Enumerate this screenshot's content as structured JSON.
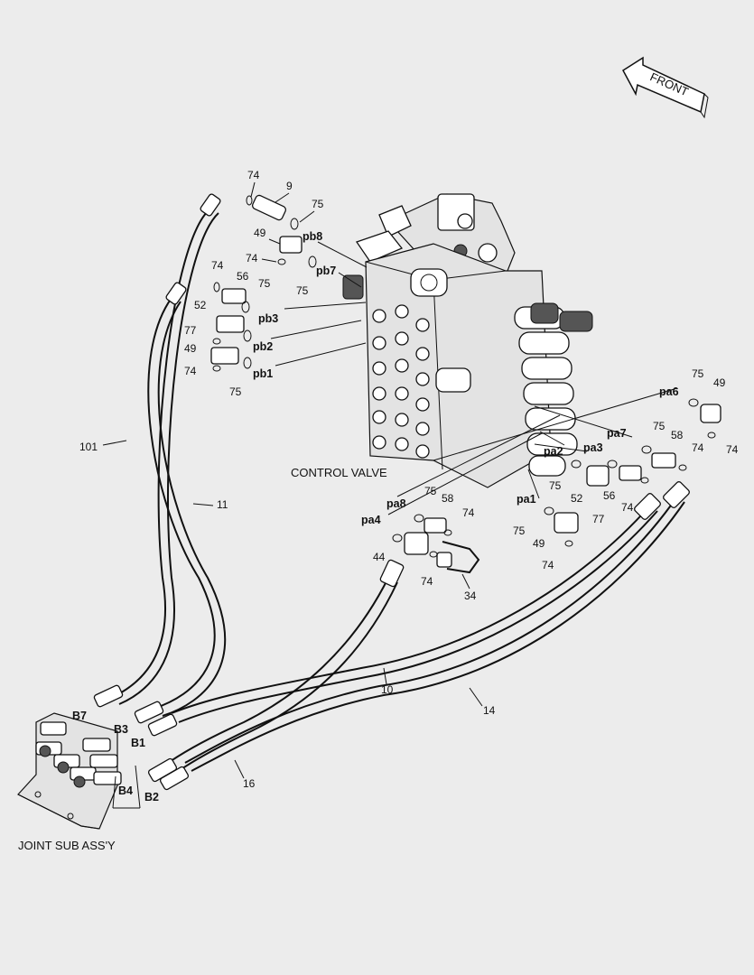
{
  "diagram": {
    "front_label": "FRONT",
    "control_valve_label": "CONTROL VALVE",
    "joint_label": "JOINT SUB ASS'Y",
    "part_numbers": {
      "n74_a": "74",
      "n9": "9",
      "n75_a": "75",
      "n49_a": "49",
      "n74_b": "74",
      "n75_b": "75",
      "n74_c": "74",
      "n56_a": "56",
      "n75_c": "75",
      "n52_a": "52",
      "n77_a": "77",
      "n49_b": "49",
      "n74_d": "74",
      "n75_d": "75",
      "n101": "101",
      "n11": "11",
      "n75_e": "75",
      "n49_c": "49",
      "n74_e": "74",
      "n75_f": "75",
      "n58_a": "58",
      "n74_f": "74",
      "n75_g": "75",
      "n52_b": "52",
      "n56_b": "56",
      "n77_b": "77",
      "n74_g": "74",
      "n75_h": "75",
      "n58_b": "58",
      "n74_h": "74",
      "n44": "44",
      "n74_i": "74",
      "n34": "34",
      "n75_i": "75",
      "n49_d": "49",
      "n74_j": "74",
      "n10": "10",
      "n14": "14",
      "n16": "16"
    },
    "port_labels": {
      "pb8": "pb8",
      "pb7": "pb7",
      "pb3": "pb3",
      "pb2": "pb2",
      "pb1": "pb1",
      "pa6": "pa6",
      "pa7": "pa7",
      "pa2": "pa2",
      "pa3": "pa3",
      "pa1": "pa1",
      "pa8": "pa8",
      "pa4": "pa4",
      "B7": "B7",
      "B3": "B3",
      "B1": "B1",
      "B4": "B4",
      "B2": "B2"
    }
  }
}
